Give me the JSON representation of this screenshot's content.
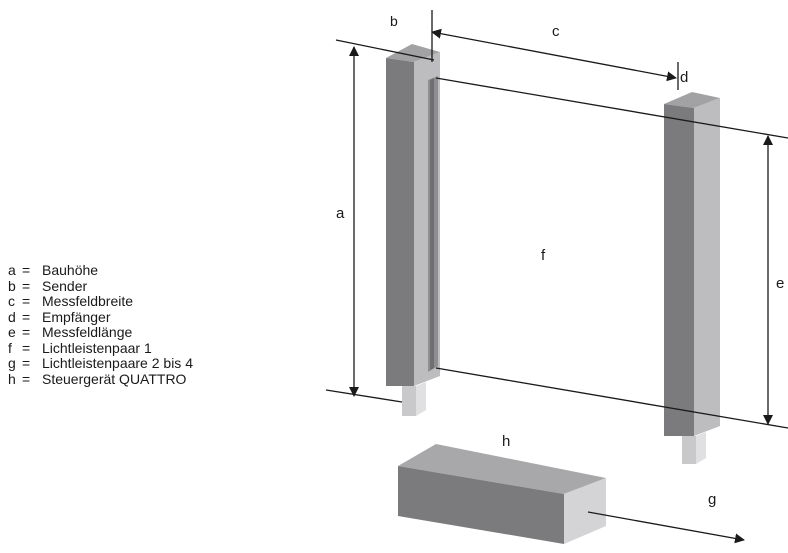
{
  "labels": {
    "a": "a",
    "b": "b",
    "c": "c",
    "d": "d",
    "e": "e",
    "f": "f",
    "g": "g",
    "h": "h"
  },
  "legend": [
    {
      "key": "a",
      "sep": "=",
      "text": "Bauhöhe"
    },
    {
      "key": "b",
      "sep": "=",
      "text": "Sender"
    },
    {
      "key": "c",
      "sep": "=",
      "text": "Messfeldbreite"
    },
    {
      "key": "d",
      "sep": "=",
      "text": "Empfänger"
    },
    {
      "key": "e",
      "sep": "=",
      "text": "Messfeldlänge"
    },
    {
      "key": "f",
      "sep": "=",
      "text": "Lichtleistenpaar 1"
    },
    {
      "key": "g",
      "sep": "=",
      "text": "Lichtleistenpaare 2 bis 4"
    },
    {
      "key": "h",
      "sep": "=",
      "text": "Steuergerät QUATTRO"
    }
  ],
  "colors": {
    "front": "#7b7b7d",
    "side": "#bdbdbf",
    "top": "#a2a2a4",
    "line": "#1a1a1a"
  }
}
